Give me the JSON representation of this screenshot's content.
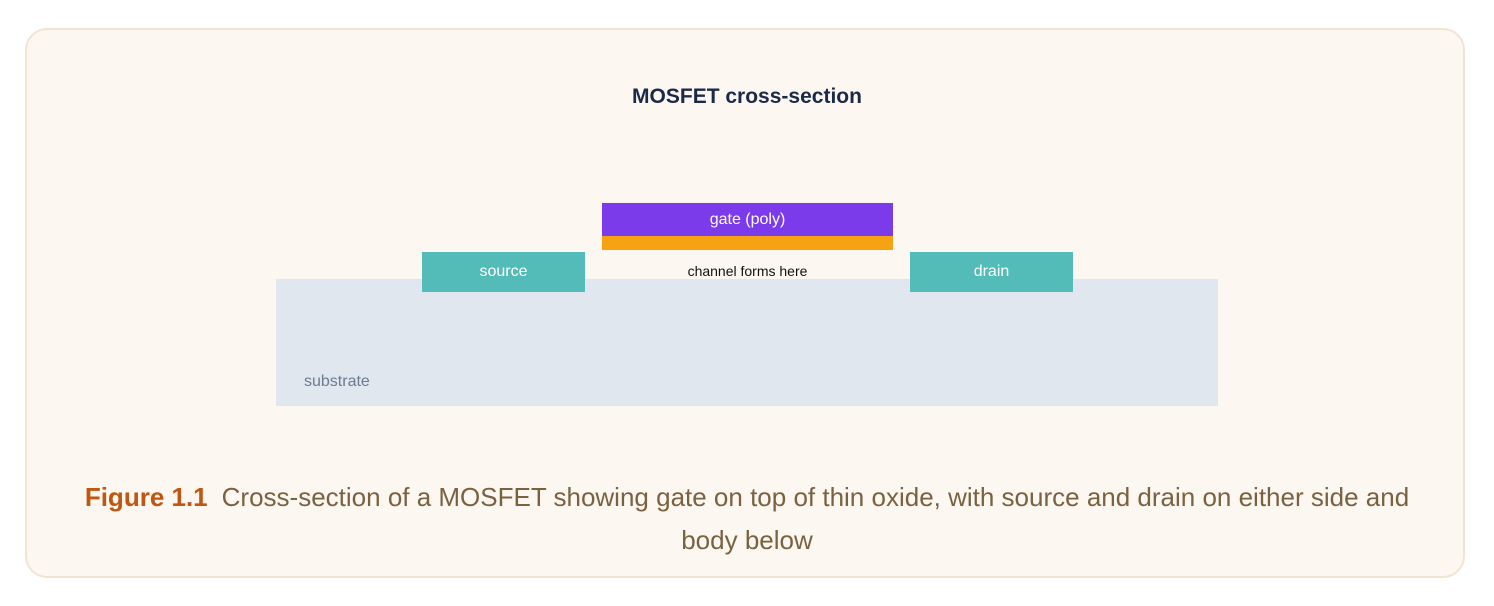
{
  "diagram": {
    "title": "MOSFET cross-section",
    "gate_label": "gate (poly)",
    "source_label": "source",
    "drain_label": "drain",
    "channel_label": "channel forms here",
    "substrate_label": "substrate"
  },
  "caption": {
    "label": "Figure 1.1",
    "text": "Cross-section of a MOSFET showing gate on top of thin oxide, with source and drain on either side and body below"
  },
  "colors": {
    "card_background": "#fcf7f0",
    "gate": "#7b3bea",
    "oxide": "#f7a212",
    "source_drain": "#53bbb8",
    "substrate": "#e1e7ef",
    "caption_label": "#c0560f"
  }
}
